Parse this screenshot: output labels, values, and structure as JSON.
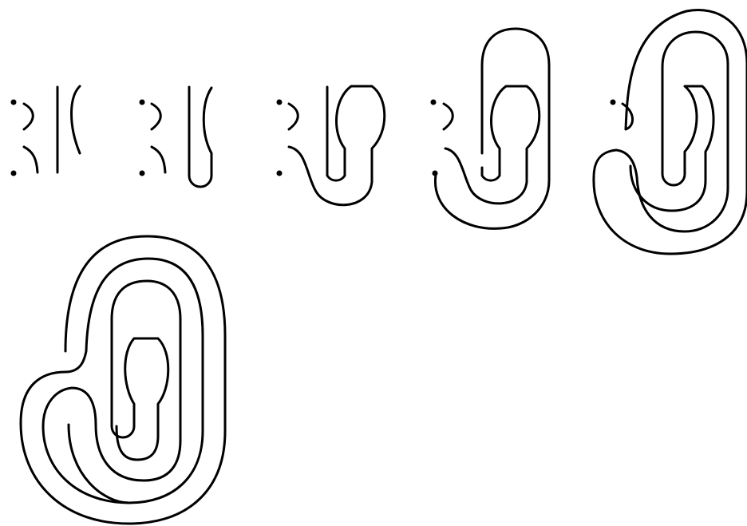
{
  "figure": {
    "panel_count": 6,
    "stroke_color": "#000000",
    "background_color": "#ffffff",
    "panels": [
      {
        "step": 1,
        "dots": 2
      },
      {
        "step": 2,
        "dots": 2
      },
      {
        "step": 3,
        "dots": 2
      },
      {
        "step": 4,
        "dots": 2
      },
      {
        "step": 5,
        "dots": 1
      },
      {
        "step": 6,
        "dots": 0
      }
    ]
  }
}
